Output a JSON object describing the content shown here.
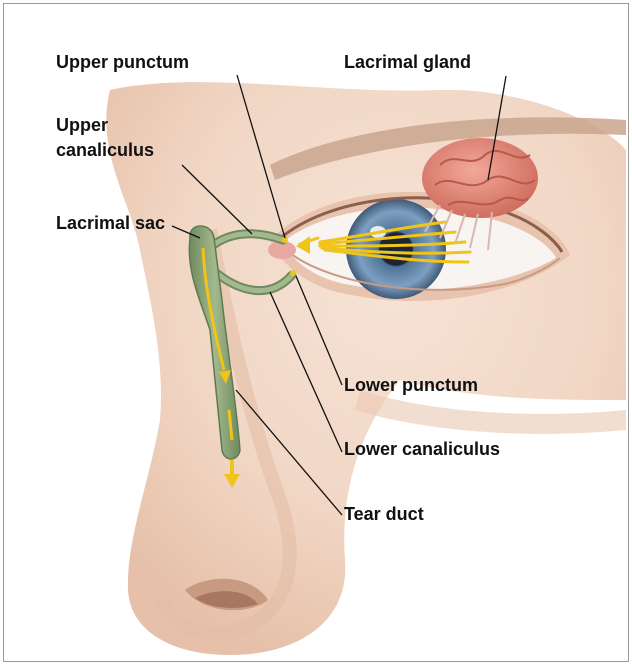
{
  "labels": {
    "upper_punctum": "Upper punctum",
    "lacrimal_gland": "Lacrimal gland",
    "upper_canaliculus_1": "Upper",
    "upper_canaliculus_2": "canaliculus",
    "lacrimal_sac": "Lacrimal sac",
    "lower_punctum": "Lower punctum",
    "lower_canaliculus": "Lower canaliculus",
    "tear_duct": "Tear duct"
  },
  "colors": {
    "skin": "#f2d9c8",
    "skin_shadow": "#e3bda5",
    "duct_green": "#8fa77c",
    "duct_dark": "#5f7a52",
    "tear_yellow": "#f0c419",
    "gland_pink": "#e48a7a",
    "iris_blue": "#6f93b6",
    "leader_line": "#111111"
  }
}
